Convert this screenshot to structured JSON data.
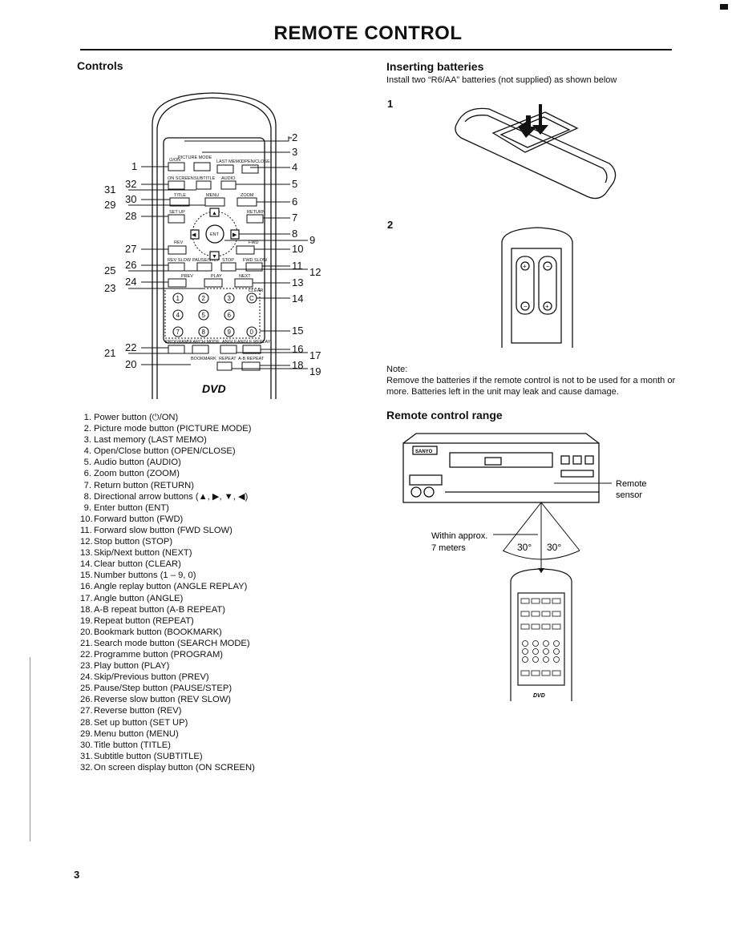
{
  "page_title": "REMOTE CONTROL",
  "controls": {
    "heading": "Controls",
    "remote_labels": {
      "picture_mode": "PICTURE MODE",
      "on": "⏻/ON",
      "last_memo": "LAST MEMO",
      "open_close": "OPEN/CLOSE",
      "on_screen": "ON SCREEN",
      "subtitle": "SUBTITLE",
      "audio": "AUDIO",
      "title": "TITLE",
      "menu": "MENU",
      "zoom": "ZOOM",
      "setup": "SET UP",
      "return": "RETURN",
      "ent": "ENT",
      "rev": "REV",
      "fwd": "FWD",
      "rev_slow": "REV SLOW",
      "pause_step": "PAUSE/STEP",
      "stop": "STOP",
      "fwd_slow": "FWD SLOW",
      "prev": "PREV",
      "play": "PLAY",
      "next": "NEXT",
      "clear": "CLEAR",
      "program": "PROGRAM",
      "search_mode": "SEARCH MODE",
      "angle": "ANGLE",
      "angle_replay": "ANGLE REPLAY",
      "bookmark": "BOOKMARK",
      "repeat": "REPEAT",
      "ab_repeat": "A-B REPEAT",
      "dvd_logo": "DVD",
      "digits": [
        "1",
        "2",
        "3",
        "4",
        "5",
        "6",
        "7",
        "8",
        "9",
        "0"
      ],
      "clear_key": "C"
    },
    "callouts_right": [
      "2",
      "3",
      "4",
      "5",
      "6",
      "7",
      "8",
      "9",
      "10",
      "11",
      "12",
      "13",
      "14",
      "15",
      "16",
      "17",
      "18",
      "19"
    ],
    "callouts_left": [
      "1",
      "32",
      "31",
      "30",
      "29",
      "28",
      "27",
      "26",
      "25",
      "24",
      "23",
      "22",
      "21",
      "20"
    ],
    "items": [
      {
        "num": "1.",
        "text": "Power button (⏻/ON)"
      },
      {
        "num": "2.",
        "text": "Picture mode button (PICTURE MODE)"
      },
      {
        "num": "3.",
        "text": "Last memory (LAST MEMO)"
      },
      {
        "num": "4.",
        "text": "Open/Close button (OPEN/CLOSE)"
      },
      {
        "num": "5.",
        "text": "Audio button (AUDIO)"
      },
      {
        "num": "6.",
        "text": "Zoom button (ZOOM)"
      },
      {
        "num": "7.",
        "text": "Return button (RETURN)"
      },
      {
        "num": "8.",
        "text": "Directional arrow buttons (▲, ▶, ▼, ◀)"
      },
      {
        "num": "9.",
        "text": "Enter button (ENT)"
      },
      {
        "num": "10.",
        "text": "Forward button (FWD)"
      },
      {
        "num": "11.",
        "text": "Forward slow button (FWD SLOW)"
      },
      {
        "num": "12.",
        "text": "Stop button (STOP)"
      },
      {
        "num": "13.",
        "text": "Skip/Next button (NEXT)"
      },
      {
        "num": "14.",
        "text": "Clear button (CLEAR)"
      },
      {
        "num": "15.",
        "text": "Number buttons (1 – 9, 0)"
      },
      {
        "num": "16.",
        "text": "Angle replay button (ANGLE REPLAY)"
      },
      {
        "num": "17.",
        "text": "Angle button (ANGLE)"
      },
      {
        "num": "18.",
        "text": "A-B repeat button (A-B REPEAT)"
      },
      {
        "num": "19.",
        "text": "Repeat button (REPEAT)"
      },
      {
        "num": "20.",
        "text": "Bookmark button (BOOKMARK)"
      },
      {
        "num": "21.",
        "text": "Search mode button (SEARCH MODE)"
      },
      {
        "num": "22.",
        "text": "Programme button (PROGRAM)"
      },
      {
        "num": "23.",
        "text": "Play button (PLAY)"
      },
      {
        "num": "24.",
        "text": "Skip/Previous button (PREV)"
      },
      {
        "num": "25.",
        "text": "Pause/Step button (PAUSE/STEP)"
      },
      {
        "num": "26.",
        "text": "Reverse slow button (REV SLOW)"
      },
      {
        "num": "27.",
        "text": "Reverse button (REV)"
      },
      {
        "num": "28.",
        "text": "Set up button (SET UP)"
      },
      {
        "num": "29.",
        "text": "Menu button (MENU)"
      },
      {
        "num": "30.",
        "text": "Title button (TITLE)"
      },
      {
        "num": "31.",
        "text": "Subtitle button (SUBTITLE)"
      },
      {
        "num": "32.",
        "text": "On screen display button (ON SCREEN)"
      }
    ]
  },
  "batteries": {
    "heading": "Inserting batteries",
    "instruction": "Install two “R6/AA” batteries (not supplied) as shown below",
    "step1": "1",
    "step2": "2",
    "note_label": "Note:",
    "note_text": "Remove the batteries if the remote control is not to be used for a month or more. Batteries left in the unit may leak and cause damage."
  },
  "range": {
    "heading": "Remote control range",
    "brand": "SANYO",
    "sensor_label_1": "Remote",
    "sensor_label_2": "sensor",
    "distance_1": "Within approx.",
    "distance_2": "7 meters",
    "angle_left": "30°",
    "angle_right": "30°",
    "dvd_logo": "DVD"
  },
  "page_number": "3"
}
